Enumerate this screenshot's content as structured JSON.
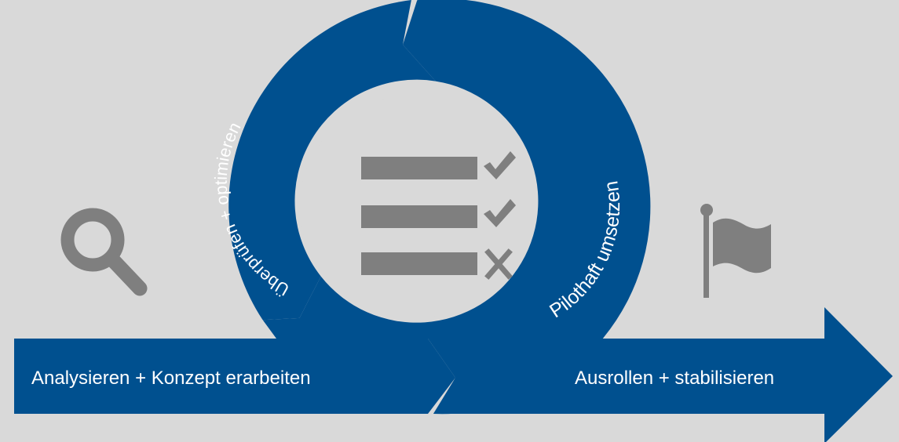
{
  "colors": {
    "background": "#d9d9d9",
    "accent": "#00508f",
    "icon_gray": "#7f7f7f",
    "inner_circle": "#d9d9d9",
    "text_on_accent": "#ffffff"
  },
  "phases": {
    "analyze_label": "Analysieren + Konzept erarbeiten",
    "review_label": "Überprüfen + optimieren",
    "pilot_label": "Pilothaft umsetzen",
    "rollout_label": "Ausrollen + stabilisieren"
  },
  "icons": {
    "left": "search-icon",
    "right": "flag-icon",
    "center": "checklist-icon",
    "checklist_marks": [
      "check",
      "check",
      "cross"
    ]
  }
}
